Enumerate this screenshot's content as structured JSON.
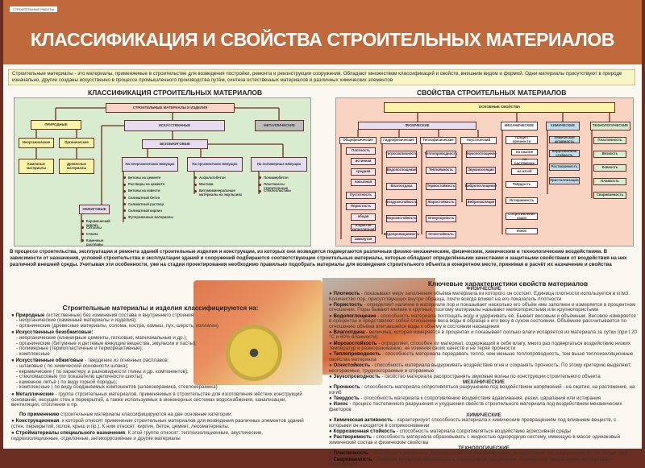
{
  "header": {
    "tag": "СТРОИТЕЛЬНЫЕ РАБОТЫ",
    "title": "КЛАССИФИКАЦИЯ И СВОЙСТВА СТРОИТЕЛЬНЫХ МАТЕРИАЛОВ"
  },
  "intro": "Строительные материалы - это материалы, применяемые в строительстве для возведения постройки, ремонта и реконструкции сооружения. Обладают множеством классификаций и свойств, внешним видом и формой. Одни материалы присутствуют в природе изначально, другие созданы искусственно в процессе промышленного производства путём, синтеза естественных материалов и различных химических элементов",
  "classification": {
    "title": "КЛАССИФИКАЦИЯ СТРОИТЕЛЬНЫХ МАТЕРИАЛОВ",
    "root": "СТРОИТЕЛЬНЫЕ МАТЕРИАЛЫ И ИЗДЕЛИЯ",
    "natural": "ПРИРОДНЫЕ",
    "artificial": "ИСКУССТВЕННЫЕ",
    "metallic": "МЕТАЛЛИЧЕСКИЕ",
    "inorganic": "Неорганические",
    "organic": "Органические",
    "stone": "Каменные материалы",
    "wood": "Древесные материалы",
    "unfired": "БЕЗОБЖИГОВЫЕ",
    "fired": "ОБЖИГОВЫЕ",
    "inorganic_binders": "На неорганических вяжущих",
    "organic_binders": "На органических вяжущих",
    "polymer_binders": "На полимерных вяжущих",
    "inorganic_list": [
      "Бетоны на цементе",
      "Растворы на цементе",
      "Бетоны на извести",
      "Силикатный бетон",
      "Силикатный раствор",
      "Силикатный кирпич",
      "Футеровочные материалы"
    ],
    "organic_list": [
      "Асфальтобетон",
      "Мастики",
      "Битумоминеральные материалы на эмульсиях"
    ],
    "polymer_list": [
      "Полимербетон",
      "Пластмассы строительные",
      "Стеклопластики"
    ],
    "fired_list": [
      "Керамический кирпич",
      "Ситаллы",
      "Стекло",
      "Каменные расплавы"
    ]
  },
  "properties": {
    "title": "СВОЙСТВА СТРОИТЕЛЬНЫХ МАТЕРИАЛОВ",
    "root": "ОСНОВНЫЕ СВОЙСТВА",
    "physical": "ФИЗИЧЕСКИЕ",
    "mechanical": "МЕХАНИЧЕСКИЕ",
    "chemical": "ХИМИЧЕСКИЕ",
    "technological": "ТЕХНОЛОГИЧЕСКИЕ",
    "general": "Общефизические",
    "hydro": "Гидрофизические",
    "thermo": "Теплофизические",
    "acoustic": "Акустический",
    "general_list": [
      "Плотность",
      "истинная",
      "средняя",
      "насыпная",
      "Пустотность",
      "Пористость",
      "общая",
      "открытая (капиллярная)",
      "замкнутая"
    ],
    "hydro_list": [
      "Гигроскопичность",
      "Водопоглощение",
      "Влагоотдача",
      "Воздухостойкость",
      "Морозостойкость",
      "Водопроницаемость"
    ],
    "thermo_list": [
      "Теплопроводность",
      "Теплоёмкость",
      "Термостойкость",
      "Жаростойкость",
      "Огнеупорность",
      "Огнестойкость"
    ],
    "acoustic_list": [
      "Звукопоглощение",
      "Звукоизоляция",
      "Вибропоглощение",
      "Виброизоляция"
    ],
    "mechanical_list": [
      "Предел прочности",
      "на сжатие",
      "на растяжение",
      "на изгиб",
      "Твёрдость",
      "Истираемость",
      "Сопротивление удару",
      "Износ"
    ],
    "chemical_list": [
      "Химическая активность",
      "Коррозионная стойкость",
      "Растворимость",
      "Кристаллизация"
    ],
    "technological_list": [
      "Пластичность",
      "Вязкость",
      "Ковкость",
      "Плавкость",
      "Свариваемость"
    ]
  },
  "paragraph": "В процессе строительства, эксплуатации и ремонта зданий строительные изделия и конструкции, из которых они возводятся подвергаются различным физико-механическим, физическим, химическим и технологическим воздействиям. В зависимости от назначения, условий строительства и эксплуатации зданий и сооружений подбираются соответствующие строительные материалы, которые обладают определёнными качествами и защитными свойствами от воздействия на них различной внешней среды. Учитывая эти особенности, уже на стадии проектирования необходимо правильно подобрать материалы для возведения строительного объекта в конкретном месте, принимая в расчёт их назначение и свойства",
  "left_text": {
    "heading": "Строительные материалы и изделия классифицируются на:",
    "items": [
      {
        "term": "Природные",
        "text": " (естественные) без изменения состава и внутреннего строения",
        "lines": [
          "- неорганические (каменные материалы и изделия);",
          "- органические (древесные материалы, солома, костра, камыш, пух, шерсть, коллаген)"
        ]
      },
      {
        "term": "Искусственные безобжиговые:",
        "text": "",
        "lines": [
          "- неорганические (клинкерные цементы, гипсовые, магнезиальные и др.);",
          "- органические (битумные и дегтевые вяжущие вещества, эмульсии и пасты);",
          "- полимерные (термопластичные и термореактивные);",
          "- комплексные"
        ]
      },
      {
        "term": "Искусственные обжиговые",
        "text": " - твердение из огненных расплавов:",
        "lines": [
          "- шлаковые ( по химической основности шлака);",
          "- керамические ( по характеру и разновидности глины и др. компонентов);",
          "- стекломассовые (по показателю щелочности шихты);",
          "- каменное литьё ( по виду горной породы);",
          "- комплексные ( по виду соединяемых компонентов (шлакокерамика, стеклокерамика)"
        ]
      },
      {
        "term": "Металлические",
        "text": " - группа строительных материалов, применяемых в строительстве для изготовления жёстких конструкций оснований, несущих стен и перекрытий, а также используемых в инженерных системах водоснабжения, канализации, вентиляции, отопления и пр.",
        "lines": []
      }
    ],
    "application_term": "По применению",
    "application_text": " строительные материалы классифицируются на две основные категории:",
    "app_items": [
      {
        "term": "Конструкционная",
        "text": ", к которой относят применение строительных материалов для возведения различных элементов зданий (стен, перекрытий, полов, крыш и пр.). К ним относят: кирпич, бетон, цемент, лесоматериалы."
      },
      {
        "term": "Стройматериалы специального назначения",
        "text": ". К этой группе относят: теплоизоляционные, акустические, гидроизоляционные, отделочные, антикоррозийные и другие материалы"
      }
    ]
  },
  "right_text": {
    "heading": "Ключевые характеристики свойств материалов",
    "groups": [
      {
        "title": "ФИЗИЧЕСКИЕ",
        "items": [
          {
            "term": "Плотность",
            "text": " - показывает меру заполнения объёма материала из которого он состоит. Единица плотности используется в кг/м3. Количество пор, присутствующих внутри образца, почти всегда влияет на его показатель плотности"
          },
          {
            "term": "Пористость",
            "text": " - определяет наличие в материале пор и показывает насколько его объём ими заполнен и измеряется в процентном отношении. Поры бывают мелкие и крупные, поэтому материалы называют мелкопористыми или крупнопористыми"
          },
          {
            "term": "Водопоглощение",
            "text": " - способность материала поглощать воду и удерживать её. Бывает весовым и объёмным. Весовое измеряется в процентах и представляет собой отношение веса воды в образце к его весу в сухом состоянии. Объёмное рассчитывается по отношению объёма впитавшейся воды к объёму в состоянии насыщения"
          },
          {
            "term": "Влагоотдача",
            "text": " - величина, которая измеряется в процентах и показывает сколько влаги испаряется из материала за сутки (при t 20 °C и 60% влажности)"
          },
          {
            "term": "Морозостойкость",
            "text": " - определяет, способен ли материал, содержащий в себе влагу, много раз подвергаться воздействию низких температур и размораживанию, не изменяя своих качеств и не теряя прочности"
          },
          {
            "term": "Теплопроводность",
            "text": " - способность материала передавать тепло, чем меньше теплопроводность, тем выше теплоизоляционные свойства материала"
          },
          {
            "term": "Огнестойкость",
            "text": " - способность материала выдерживать воздействие огня и сохранять прочность. По этому критерию выделяют: несгораемые, трудносгораемые и сгораемые"
          },
          {
            "term": "Звукопроводность",
            "text": " - свойство материала распространять звуковые волны по конструкции строительного объекта"
          }
        ]
      },
      {
        "title": "МЕХАНИЧЕСКИЕ",
        "items": [
          {
            "term": "Прочность",
            "text": " - способность материала сопротивляться разрушению под воздействием напряжений - на сжатие, на растяжение, на изгиб"
          },
          {
            "term": "Твердость",
            "text": " - способность материала к сопротивлению воздействия вдавливания, резки, царапания или истирания"
          },
          {
            "term": "Износ",
            "text": " - процесс постепенного разрушения и ухудшения свойств строительного материала под воздействием механических факторов"
          }
        ]
      },
      {
        "title": "ХИМИЧЕСКИЕ",
        "items": [
          {
            "term": "Химическая активность",
            "text": " - характеризует способность материала к химическим превращениям под влиянием веществ, с которыми он находится в соприкосновении"
          },
          {
            "term": "Коррозионная стойкость",
            "text": " - способность материала сопротивляться воздействию агрессивной среды"
          },
          {
            "term": "Растворимость",
            "text": " - способность материала образовывать с жидкостью однородную систему, имеющую в массе одинаковый химический состав и физические свойства"
          }
        ]
      },
      {
        "title": "ТЕХНОЛОГИЧЕСКИЕ",
        "items": [
          {
            "term": "Пластичность",
            "text": " - способность материала деформироваться под физическим воздействием без разрушения (бетон, битум пр.)"
          },
          {
            "term": "Свариваемость",
            "text": " - свойство металлов образовывать неразъёмное соединение, отвечающее требованиям эксплуатации конструкций"
          }
        ]
      }
    ]
  },
  "colors": {
    "header": "#c0693c",
    "frame": "#6b2e22",
    "class_panel": "#d9ecd0",
    "prop_panel": "#f9d4c2",
    "natural": "#fbf3a8",
    "artificial": "#e4dcef",
    "metallic": "#bdbdbd",
    "chemical": "#bde0ef",
    "technological": "#d8efcf"
  }
}
